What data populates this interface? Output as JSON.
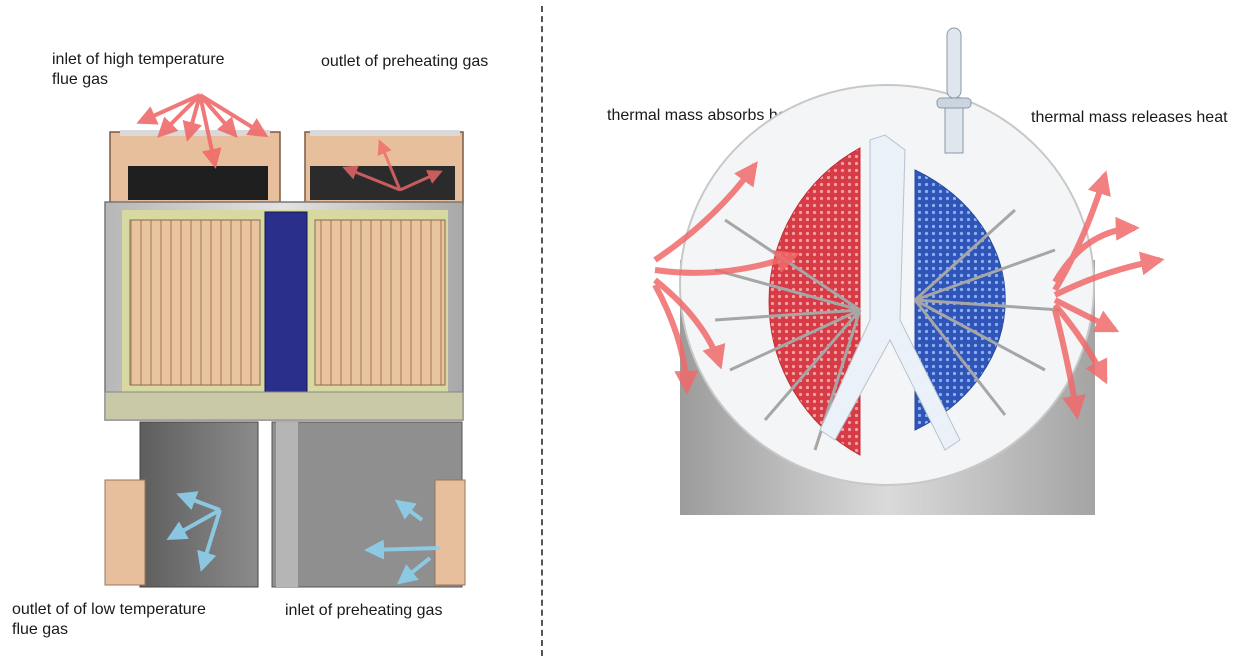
{
  "labels": {
    "inlet_hot_flue": "inlet of high temperature\nflue gas",
    "outlet_preheating": "outlet of preheating gas",
    "outlet_low_flue": "outlet of of low temperature\nflue gas",
    "inlet_preheating": "inlet of preheating gas",
    "absorbs_heat": "thermal mass absorbs heat",
    "releases_heat": "thermal mass releases heat"
  },
  "colors": {
    "hot_arrow": "#f06a6a",
    "cold_arrow": "#8ed0ee",
    "hot_mass": "#e0474f",
    "cold_mass": "#3e64c8",
    "core_bar": "#2a2f8c",
    "insulation": "#e8bf9c"
  },
  "icons": [
    "hot-flow-arrow",
    "cold-flow-arrow",
    "drive-shaft"
  ]
}
